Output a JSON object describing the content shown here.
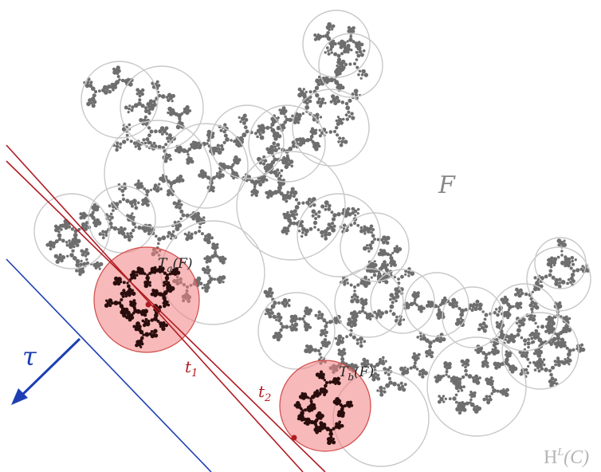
{
  "labels": {
    "set_label": "F",
    "ta_base": "T",
    "ta_sub": "a",
    "ta_tail": "(F)",
    "tb_base": "T",
    "tb_sub": "b",
    "tb_tail": "(F)",
    "t1_base": "t",
    "t1_sub": "1",
    "t2_base": "t",
    "t2_sub": "2",
    "tau": "τ",
    "hull_base": "H",
    "hull_sup": "L",
    "hull_tail": "(C)"
  },
  "colors": {
    "fractal": "#6e6e6e",
    "fractal_highlight": "#2a0d0d",
    "cover_circle": "#c8c8c8",
    "highlight_fill": "#f08080",
    "highlight_stroke": "#d24a4a",
    "tangent_line": "#b01c22",
    "direction": "#1d3fb3"
  }
}
